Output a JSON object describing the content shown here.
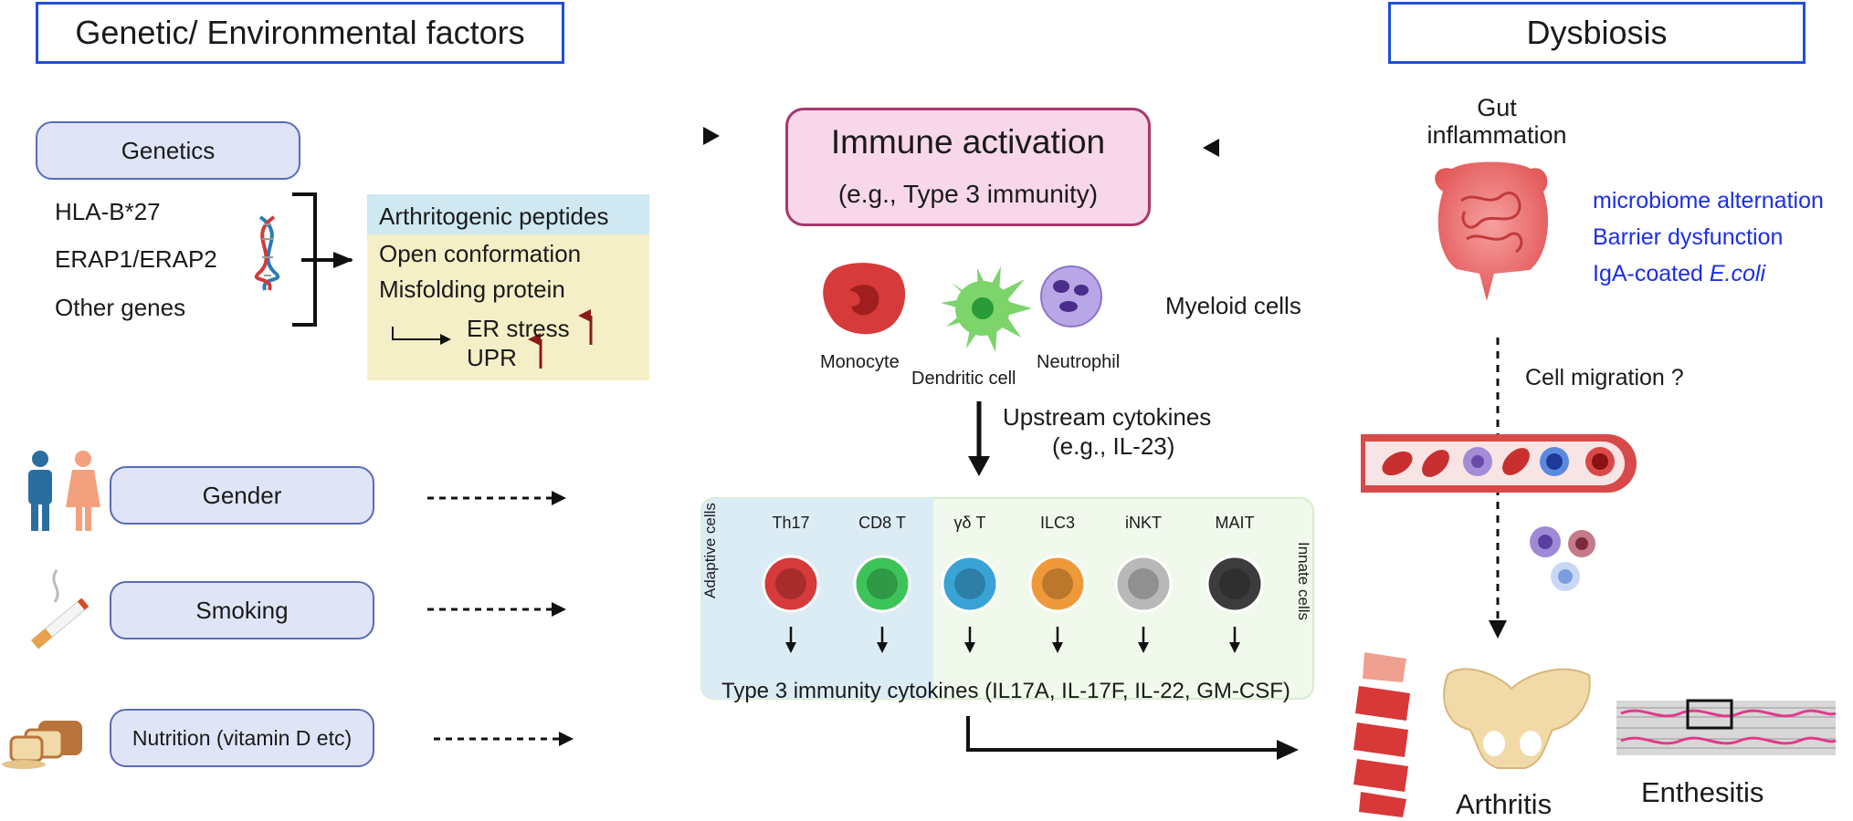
{
  "headers": {
    "left": "Genetic/ Environmental factors",
    "right": "Dysbiosis"
  },
  "genetics": {
    "label": "Genetics",
    "genes": [
      "HLA-B*27",
      "ERAP1/ERAP2",
      "Other genes"
    ]
  },
  "peptides": {
    "title": "Arthritogenic peptides",
    "items": [
      "Open conformation",
      "Misfolding protein"
    ],
    "er_stress": "ER stress",
    "upr": "UPR"
  },
  "env_factors": [
    "Gender",
    "Smoking",
    "Nutrition (vitamin D etc)"
  ],
  "immune": {
    "title": "Immune activation",
    "subtitle": "(e.g., Type 3 immunity)"
  },
  "myeloid": {
    "label": "Myeloid cells",
    "cells": [
      "Monocyte",
      "Dendritic cell",
      "Neutrophil"
    ]
  },
  "upstream": {
    "line1": "Upstream cytokines",
    "line2": "(e.g., IL-23)"
  },
  "lymphocytes": {
    "adaptive_label": "Adaptive cells",
    "innate_label": "Innate  cells",
    "cells": [
      {
        "name": "Th17",
        "color": "#d63a3a"
      },
      {
        "name": "CD8 T",
        "color": "#3cc45a"
      },
      {
        "name": "γδ T",
        "color": "#3aa3d6"
      },
      {
        "name": "ILC3",
        "color": "#ef9a3a"
      },
      {
        "name": "iNKT",
        "color": "#b8b8b8"
      },
      {
        "name": "MAIT",
        "color": "#3c3c3c"
      }
    ],
    "cytokines": "Type 3 immunity cytokines (IL17A, IL-17F, IL-22, GM-CSF)"
  },
  "gut": {
    "label_line1": "Gut",
    "label_line2": "inflammation",
    "features": [
      "microbiome alternation",
      "Barrier dysfunction",
      "IgA-coated "
    ],
    "feature_italic": "E.coli"
  },
  "migration": "Cell migration ?",
  "outcomes": [
    "Arthritis",
    "Enthesitis"
  ]
}
